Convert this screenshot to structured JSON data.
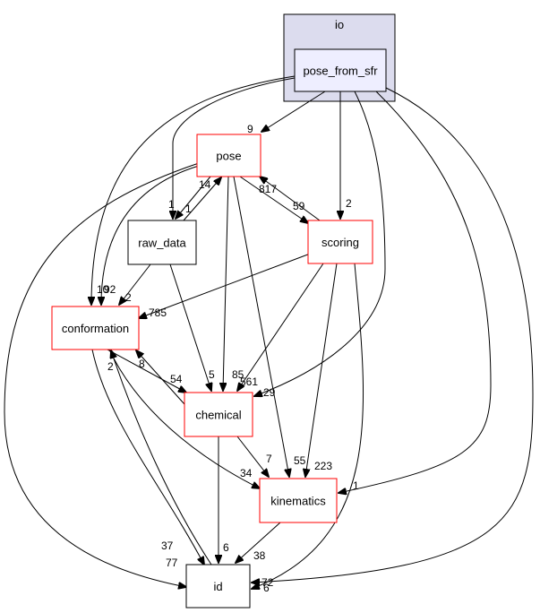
{
  "graph": {
    "cluster": {
      "label": "io",
      "fill": "#dcdcee",
      "stroke": "#000000"
    },
    "colors": {
      "focus_node_fill": "#eeeeff",
      "red_border": "#ff0000",
      "black_border": "#000000"
    },
    "nodes": [
      {
        "id": "pose_from_sfr",
        "label": "pose_from_sfr",
        "border": "black",
        "focus": true
      },
      {
        "id": "pose",
        "label": "pose",
        "border": "red"
      },
      {
        "id": "raw_data",
        "label": "raw_data",
        "border": "black"
      },
      {
        "id": "scoring",
        "label": "scoring",
        "border": "red"
      },
      {
        "id": "conformation",
        "label": "conformation",
        "border": "red"
      },
      {
        "id": "chemical",
        "label": "chemical",
        "border": "red"
      },
      {
        "id": "kinematics",
        "label": "kinematics",
        "border": "red"
      },
      {
        "id": "id",
        "label": "id",
        "border": "black"
      }
    ],
    "edges": [
      {
        "from": "pose_from_sfr",
        "to": "pose",
        "label": "9"
      },
      {
        "from": "pose_from_sfr",
        "to": "raw_data",
        "label": "1"
      },
      {
        "from": "pose_from_sfr",
        "to": "scoring",
        "label": "2"
      },
      {
        "from": "pose_from_sfr",
        "to": "conformation",
        "label": "10"
      },
      {
        "from": "pose_from_sfr",
        "to": "chemical",
        "label": "29"
      },
      {
        "from": "pose_from_sfr",
        "to": "kinematics",
        "label": "1"
      },
      {
        "from": "pose_from_sfr",
        "to": "id",
        "label": "72"
      },
      {
        "from": "pose",
        "to": "raw_data",
        "label": "1"
      },
      {
        "from": "raw_data",
        "to": "pose",
        "label": "14"
      },
      {
        "from": "pose",
        "to": "scoring",
        "label": "59"
      },
      {
        "from": "scoring",
        "to": "pose",
        "label": "817"
      },
      {
        "from": "pose",
        "to": "conformation",
        "label": "92"
      },
      {
        "from": "pose",
        "to": "chemical",
        "label": "85"
      },
      {
        "from": "pose",
        "to": "kinematics",
        "label": "55"
      },
      {
        "from": "pose",
        "to": "id",
        "label": "77"
      },
      {
        "from": "raw_data",
        "to": "conformation",
        "label": "2"
      },
      {
        "from": "raw_data",
        "to": "chemical",
        "label": "5"
      },
      {
        "from": "scoring",
        "to": "conformation",
        "label": "785"
      },
      {
        "from": "scoring",
        "to": "chemical",
        "label": "561"
      },
      {
        "from": "scoring",
        "to": "kinematics",
        "label": "223"
      },
      {
        "from": "scoring",
        "to": "id",
        "label": "6"
      },
      {
        "from": "conformation",
        "to": "chemical",
        "label": "54"
      },
      {
        "from": "chemical",
        "to": "conformation",
        "label": "8"
      },
      {
        "from": "conformation",
        "to": "kinematics",
        "label": "34"
      },
      {
        "from": "conformation",
        "to": "id",
        "label": "37"
      },
      {
        "from": "id",
        "to": "conformation",
        "label": "2"
      },
      {
        "from": "chemical",
        "to": "kinematics",
        "label": "7"
      },
      {
        "from": "chemical",
        "to": "id",
        "label": "6"
      },
      {
        "from": "kinematics",
        "to": "id",
        "label": "38"
      }
    ]
  }
}
